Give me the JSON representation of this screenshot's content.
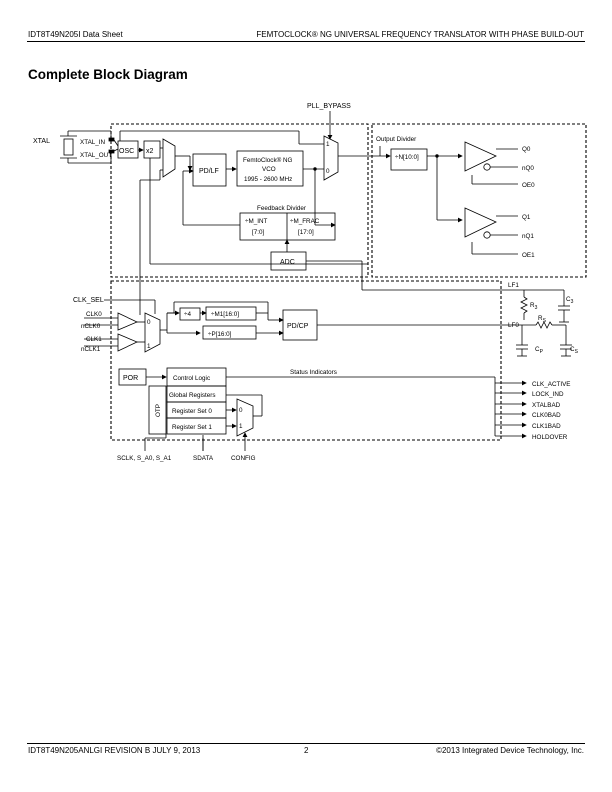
{
  "header": {
    "left": "IDT8T49N205I Data Sheet",
    "right": "FEMTOCLOCK® NG UNIVERSAL FREQUENCY TRANSLATOR WITH PHASE BUILD-OUT"
  },
  "title": "Complete Block Diagram",
  "diagram": {
    "pll_bypass": "PLL_BYPASS",
    "xtal": "XTAL",
    "xtal_in": "XTAL_IN",
    "xtal_out": "XTAL_OUT",
    "osc": "OSC",
    "x2": "x2",
    "pdlf": "PD/LF",
    "vco_line1": "FemtoClock® NG",
    "vco_line2": "VCO",
    "vco_line3": "1995 - 2600 MHz",
    "feedback_divider": "Feedback Divider",
    "m_int": "÷M_INT",
    "m_int_bits": "[7:0]",
    "m_frac": "÷M_FRAC",
    "m_frac_bits": "[17:0]",
    "adc": "ADC",
    "output_divider": "Output Divider",
    "n_div": "÷N[10:0]",
    "mux1": "1",
    "mux0": "0",
    "outputs": [
      "Q0",
      "nQ0",
      "OE0",
      "Q1",
      "nQ1",
      "OE1"
    ],
    "clk_sel": "CLK_SEL",
    "clk_inputs": [
      "CLK0",
      "nCLK0",
      "CLK1",
      "nCLK1"
    ],
    "div4": "÷4",
    "m1": "÷M1[16:0]",
    "p_div": "÷P[16:0]",
    "pdcp": "PD/CP",
    "lf1": "LF1",
    "lf0": "LF0",
    "r3": "R",
    "r3_sub": "3",
    "c3": "C",
    "c3_sub": "3",
    "rs": "R",
    "rs_sub": "S",
    "cp": "C",
    "cp_sub": "P",
    "cs": "C",
    "cs_sub": "S",
    "por": "POR",
    "control_logic": "Control Logic",
    "global_registers": "Global Registers",
    "otp": "OTP",
    "register_set_0": "Register Set 0",
    "register_set_1": "Register Set 1",
    "status_indicators": "Status Indicators",
    "status_outputs": [
      "CLK_ACTIVE",
      "LOCK_IND",
      "XTALBAD",
      "CLK0BAD",
      "CLK1BAD",
      "HOLDOVER"
    ],
    "bottom_labels": [
      "SCLK, S_A0, S_A1",
      "SDATA",
      "CONFIG"
    ]
  },
  "footer": {
    "left": "IDT8T49N205ANLGI   REVISION B    JULY 9, 2013",
    "page": "2",
    "right": "©2013 Integrated Device Technology, Inc."
  }
}
